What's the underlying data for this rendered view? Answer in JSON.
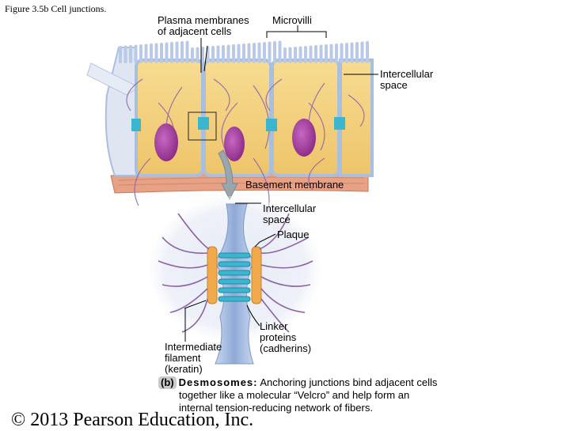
{
  "figure": {
    "title": "Figure 3.5b  Cell junctions."
  },
  "labels": {
    "plasma_membranes": "Plasma membranes\nof adjacent cells",
    "microvilli": "Microvilli",
    "intercellular_space_top": "Intercellular\nspace",
    "basement_membrane": "Basement membrane",
    "intercellular_space_mid": "Intercellular\nspace",
    "plaque": "Plaque",
    "linker_proteins": "Linker\nproteins\n(cadherins)",
    "intermediate_filament": "Intermediate\nfilament\n(keratin)"
  },
  "caption": {
    "tag": "(b)",
    "term": "Desmosomes:",
    "line1": " Anchoring junctions bind adjacent cells",
    "line2": "together like a molecular “Velcro” and help form an",
    "line3": "internal tension-reducing network of fibers."
  },
  "footer": {
    "copyright": "© 2013 Pearson Education, Inc."
  },
  "colors": {
    "cytoplasm": "#f3cf7a",
    "membrane": "#a9bfe0",
    "nucleus": "#9b3a9a",
    "filament": "#8a62a8",
    "cadherin": "#3bb6cf",
    "plaque": "#f0a94b",
    "basement": "#e7a184",
    "arrow": "#9aa6ad"
  }
}
